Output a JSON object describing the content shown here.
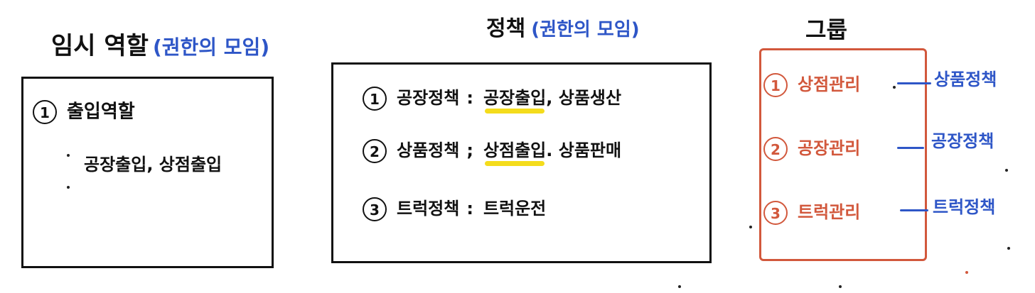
{
  "diagram": {
    "colors": {
      "ink": "#111111",
      "blue": "#2e56c7",
      "orange": "#d2583c",
      "highlight": "#f4dc1c"
    },
    "panel1": {
      "title": "임시 역할",
      "title_paren": "(권한의 모임)",
      "item": {
        "num": "1",
        "label": "출입역할",
        "detail": "공장출입, 상점출입"
      }
    },
    "panel2": {
      "title": "정책",
      "title_paren": "(권한의 모임)",
      "items": [
        {
          "num": "1",
          "name": "공장정책",
          "sep": ":",
          "highlight": "공장출입",
          "rest": ", 상품생산"
        },
        {
          "num": "2",
          "name": "상품정책",
          "sep": ";",
          "highlight": "상점출입",
          "rest": ". 상품판매"
        },
        {
          "num": "3",
          "name": "트럭정책",
          "sep": ":",
          "highlight": "",
          "rest": "트럭운전"
        }
      ]
    },
    "panel3": {
      "title": "그룹",
      "items": [
        {
          "num": "1",
          "name": "상점관리",
          "policy": "상품정책"
        },
        {
          "num": "2",
          "name": "공장관리",
          "policy": "공장정책"
        },
        {
          "num": "3",
          "name": "트럭관리",
          "policy": "트럭정책"
        }
      ]
    }
  }
}
